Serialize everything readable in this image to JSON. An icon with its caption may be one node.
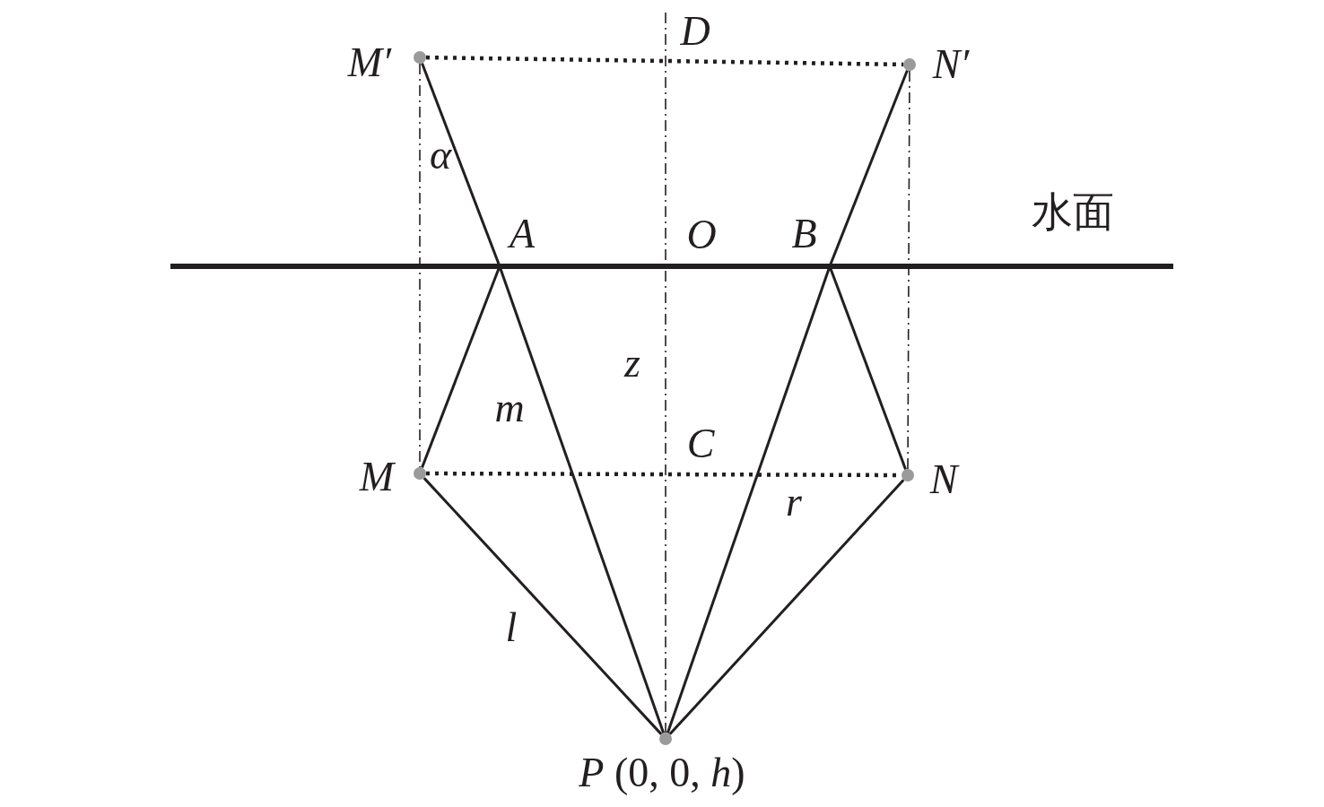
{
  "diagram": {
    "nodes": [
      {
        "text": [],
        "shape": "circle",
        "beside": [
          "M′"
        ]
      },
      {
        "text": [],
        "shape": "circle",
        "beside": [
          "N′"
        ]
      },
      {
        "text": [
          "A"
        ]
      },
      {
        "text": [
          "B"
        ]
      },
      {
        "text": [],
        "shape": "circle",
        "beside": [
          "M"
        ]
      },
      {
        "text": [],
        "shape": "circle",
        "beside": [
          "N"
        ]
      },
      {
        "text": [],
        "shape": "circle",
        "beside": [
          "*P* (0, 0, *h*)"
        ]
      }
    ],
    "edges": [
      {
        "from": 0,
        "to": 1,
        "arrow": "none",
        "style": "dashed"
      },
      {
        "from": 0,
        "to": 2,
        "arrow": "none"
      },
      {
        "from": 1,
        "to": 3,
        "arrow": "none"
      },
      {
        "from": 0,
        "to": 4,
        "arrow": "none",
        "style": "dashed"
      },
      {
        "from": 1,
        "to": 5,
        "arrow": "none",
        "style": "dashed"
      },
      {
        "from": 2,
        "to": 4,
        "arrow": "none"
      },
      {
        "from": 2,
        "to": 6,
        "arrow": "none"
      },
      {
        "from": 3,
        "to": 6,
        "arrow": "none"
      },
      {
        "from": 3,
        "to": 5,
        "arrow": "none"
      },
      {
        "from": 4,
        "to": 5,
        "arrow": "none",
        "style": "dashed"
      },
      {
        "from": 4,
        "to": 6,
        "arrow": "none"
      },
      {
        "from": 5,
        "to": 6,
        "arrow": "none"
      },
      {
        "from": null,
        "to": 6,
        "arrow": "none",
        "style": "dashed"
      }
    ],
    "labels": [
      "D",
      "α",
      "水面",
      "O",
      "z",
      "m",
      "C",
      "r",
      "l"
    ]
  }
}
